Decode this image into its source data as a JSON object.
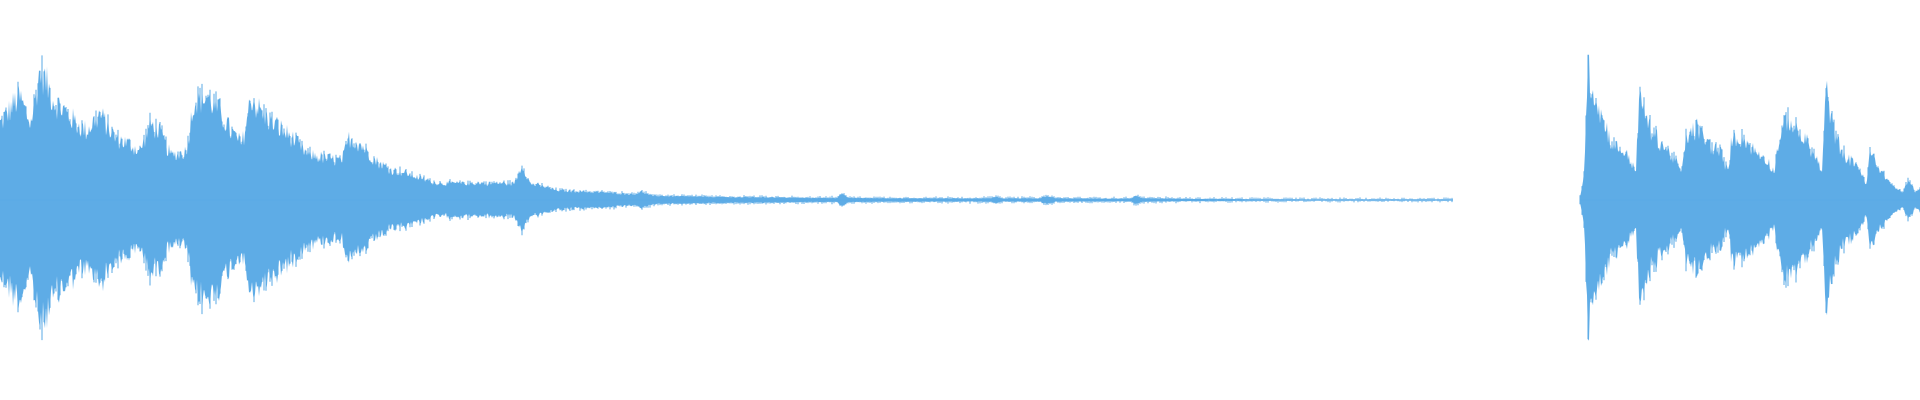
{
  "waveform": {
    "color": "#5aaae6",
    "background": "#ffffff",
    "segments": [
      {
        "name": "clip-1",
        "start": 0.0,
        "end": 0.757,
        "envelope": [
          [
            0.0,
            0.55
          ],
          [
            0.01,
            0.75
          ],
          [
            0.016,
            0.55
          ],
          [
            0.021,
            0.95
          ],
          [
            0.028,
            0.72
          ],
          [
            0.04,
            0.55
          ],
          [
            0.045,
            0.5
          ],
          [
            0.052,
            0.62
          ],
          [
            0.06,
            0.45
          ],
          [
            0.068,
            0.4
          ],
          [
            0.073,
            0.35
          ],
          [
            0.078,
            0.55
          ],
          [
            0.083,
            0.5
          ],
          [
            0.089,
            0.32
          ],
          [
            0.097,
            0.35
          ],
          [
            0.101,
            0.72
          ],
          [
            0.108,
            0.75
          ],
          [
            0.114,
            0.65
          ],
          [
            0.12,
            0.5
          ],
          [
            0.126,
            0.4
          ],
          [
            0.131,
            0.75
          ],
          [
            0.135,
            0.65
          ],
          [
            0.143,
            0.55
          ],
          [
            0.152,
            0.45
          ],
          [
            0.16,
            0.33
          ],
          [
            0.17,
            0.3
          ],
          [
            0.178,
            0.28
          ],
          [
            0.182,
            0.45
          ],
          [
            0.188,
            0.4
          ],
          [
            0.196,
            0.28
          ],
          [
            0.203,
            0.22
          ],
          [
            0.21,
            0.2
          ],
          [
            0.218,
            0.16
          ],
          [
            0.228,
            0.12
          ],
          [
            0.24,
            0.12
          ],
          [
            0.255,
            0.12
          ],
          [
            0.268,
            0.12
          ],
          [
            0.272,
            0.26
          ],
          [
            0.276,
            0.12
          ],
          [
            0.29,
            0.07
          ],
          [
            0.305,
            0.06
          ],
          [
            0.32,
            0.05
          ],
          [
            0.33,
            0.04
          ],
          [
            0.334,
            0.06
          ],
          [
            0.34,
            0.03
          ],
          [
            0.36,
            0.025
          ],
          [
            0.38,
            0.02
          ],
          [
            0.4,
            0.02
          ],
          [
            0.42,
            0.015
          ],
          [
            0.436,
            0.015
          ],
          [
            0.438,
            0.045
          ],
          [
            0.442,
            0.015
          ],
          [
            0.47,
            0.012
          ],
          [
            0.5,
            0.012
          ],
          [
            0.516,
            0.012
          ],
          [
            0.518,
            0.025
          ],
          [
            0.522,
            0.012
          ],
          [
            0.542,
            0.012
          ],
          [
            0.543,
            0.025
          ],
          [
            0.547,
            0.025
          ],
          [
            0.55,
            0.012
          ],
          [
            0.575,
            0.01
          ],
          [
            0.589,
            0.01
          ],
          [
            0.591,
            0.028
          ],
          [
            0.596,
            0.012
          ],
          [
            0.62,
            0.008
          ],
          [
            0.65,
            0.006
          ],
          [
            0.69,
            0.004
          ],
          [
            0.72,
            0.003
          ],
          [
            0.757,
            0.002
          ]
        ]
      },
      {
        "name": "clip-2",
        "start": 0.823,
        "end": 1.0,
        "envelope": [
          [
            0.823,
            0.02
          ],
          [
            0.825,
            0.2
          ],
          [
            0.827,
            0.95
          ],
          [
            0.833,
            0.65
          ],
          [
            0.84,
            0.4
          ],
          [
            0.846,
            0.35
          ],
          [
            0.852,
            0.22
          ],
          [
            0.854,
            0.75
          ],
          [
            0.86,
            0.5
          ],
          [
            0.866,
            0.4
          ],
          [
            0.872,
            0.3
          ],
          [
            0.876,
            0.2
          ],
          [
            0.878,
            0.45
          ],
          [
            0.884,
            0.52
          ],
          [
            0.89,
            0.4
          ],
          [
            0.896,
            0.35
          ],
          [
            0.9,
            0.2
          ],
          [
            0.902,
            0.45
          ],
          [
            0.908,
            0.45
          ],
          [
            0.914,
            0.35
          ],
          [
            0.92,
            0.3
          ],
          [
            0.924,
            0.2
          ],
          [
            0.926,
            0.4
          ],
          [
            0.931,
            0.6
          ],
          [
            0.936,
            0.5
          ],
          [
            0.942,
            0.4
          ],
          [
            0.946,
            0.3
          ],
          [
            0.949,
            0.2
          ],
          [
            0.951,
            0.8
          ],
          [
            0.956,
            0.45
          ],
          [
            0.962,
            0.3
          ],
          [
            0.968,
            0.25
          ],
          [
            0.972,
            0.1
          ],
          [
            0.974,
            0.35
          ],
          [
            0.98,
            0.2
          ],
          [
            0.986,
            0.1
          ],
          [
            0.991,
            0.05
          ],
          [
            0.994,
            0.15
          ],
          [
            0.998,
            0.05
          ],
          [
            1.0,
            0.1
          ]
        ]
      }
    ]
  }
}
